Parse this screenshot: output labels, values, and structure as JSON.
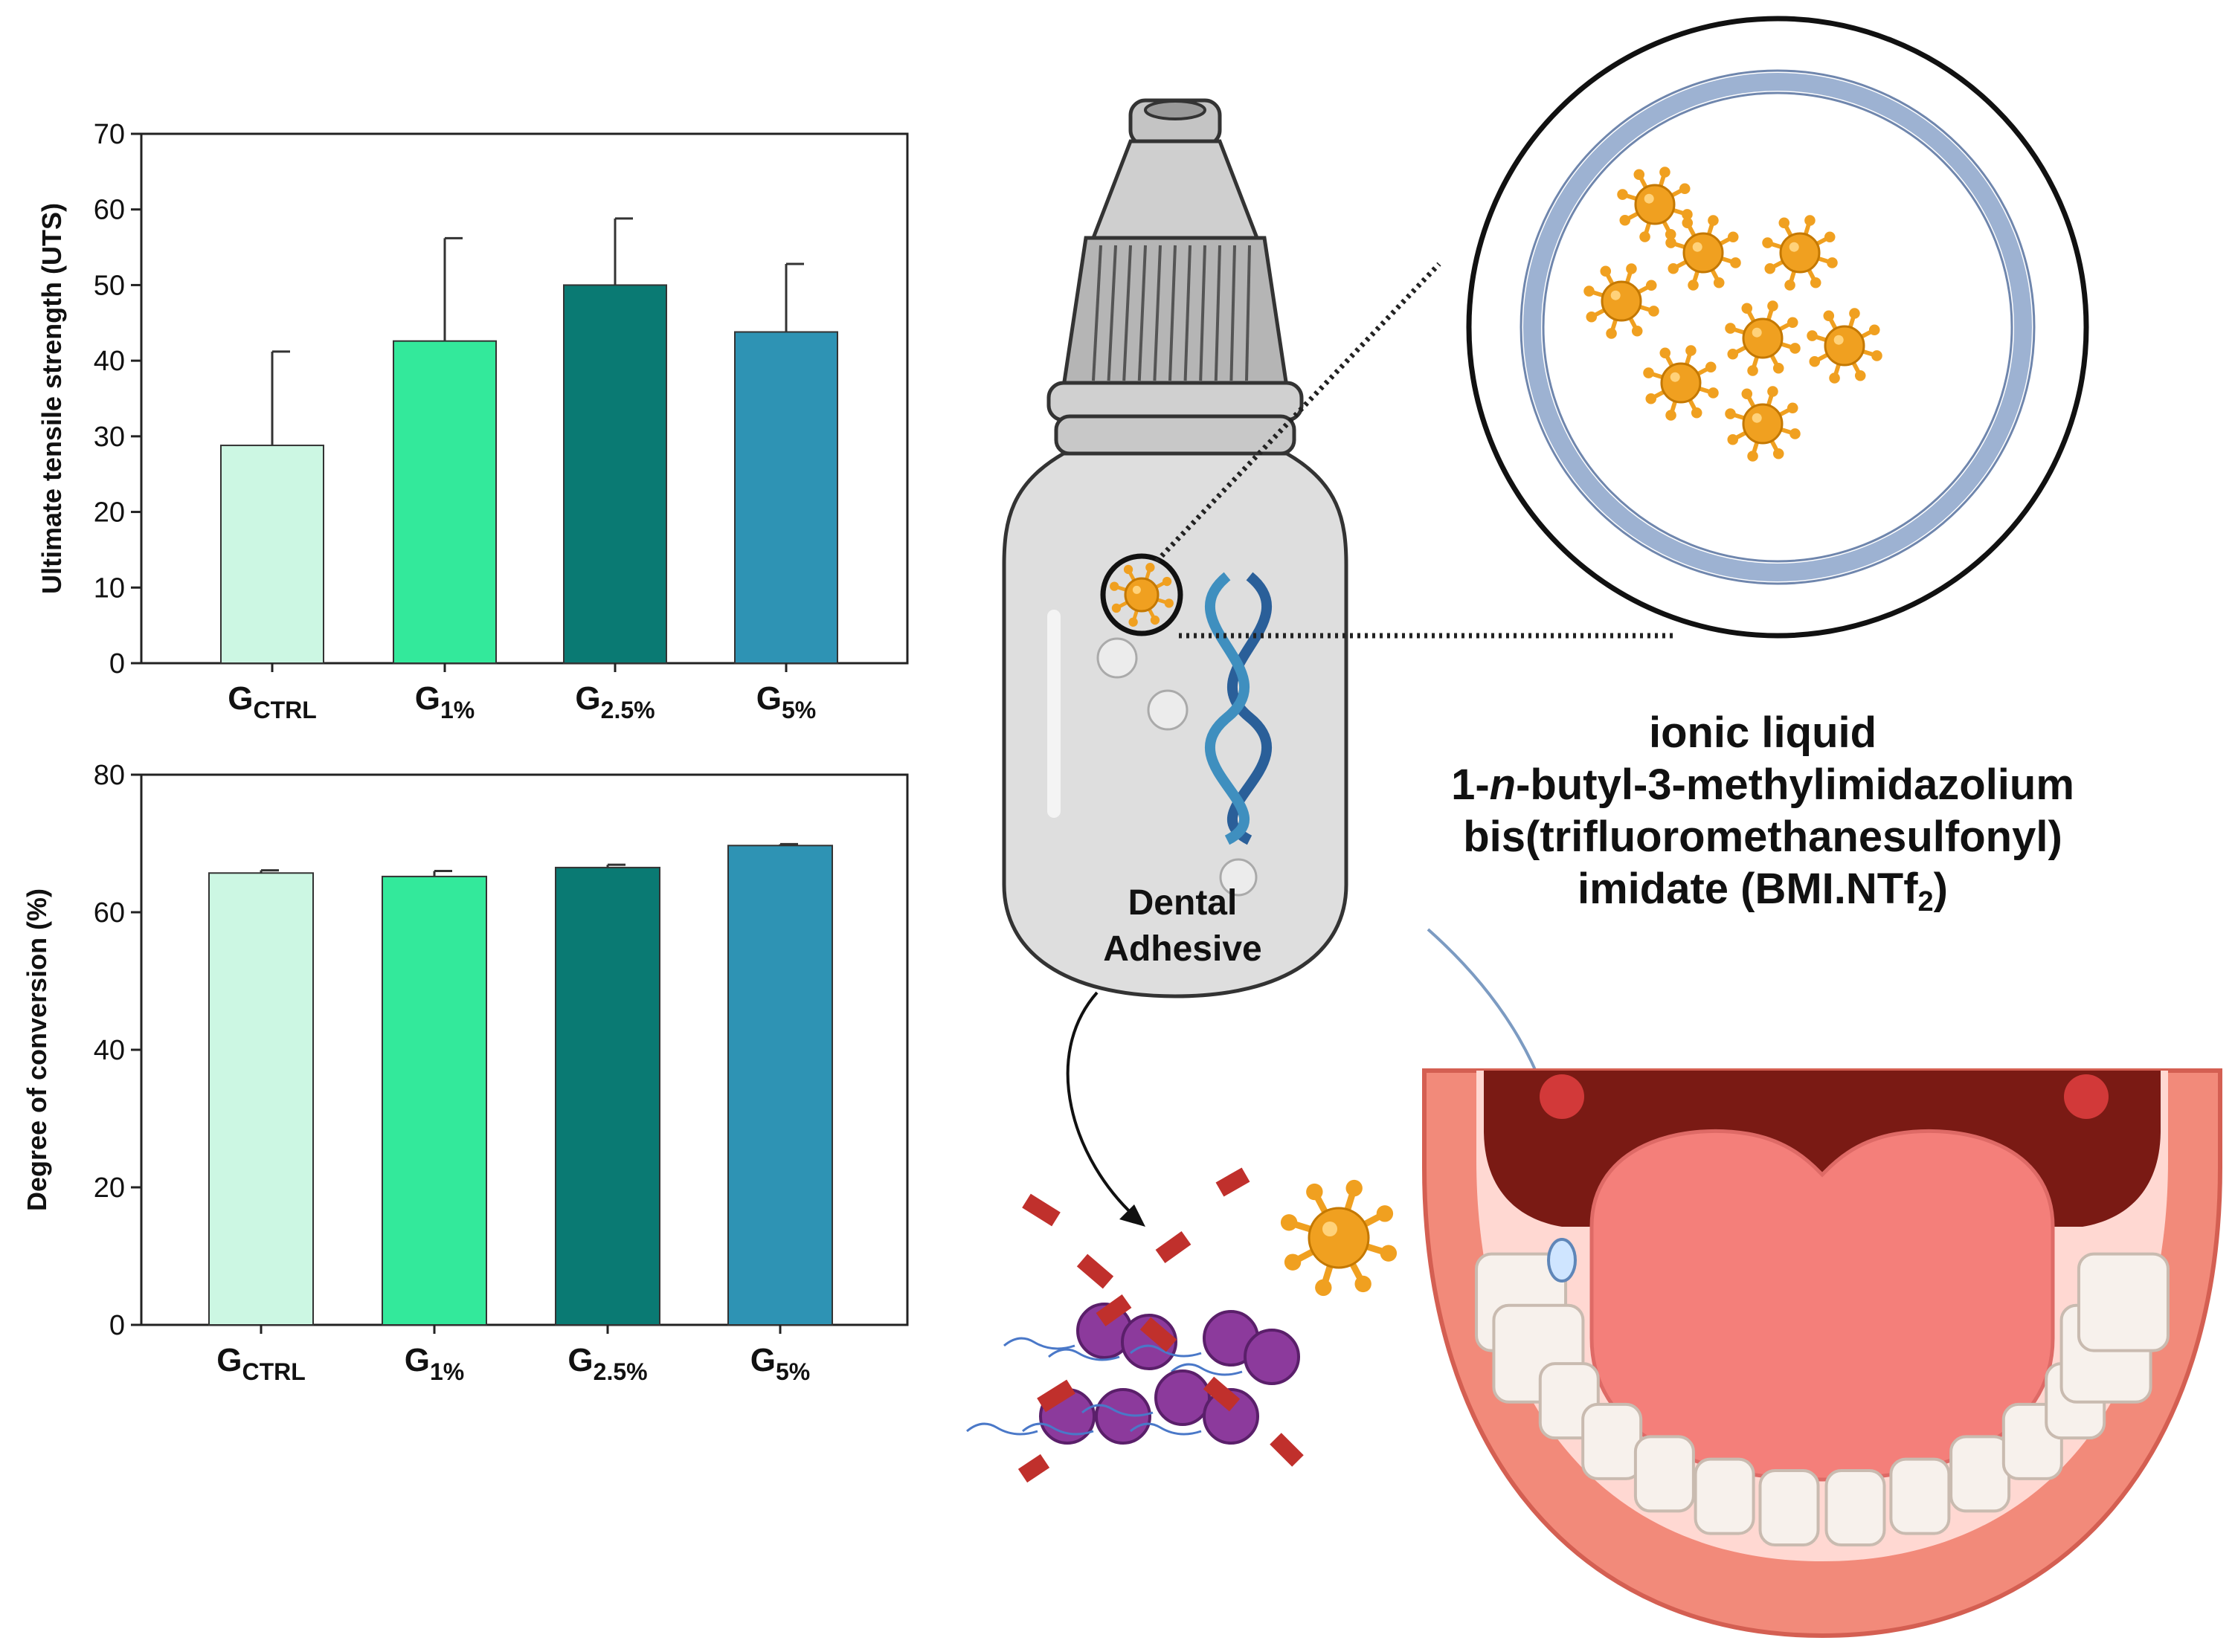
{
  "colors": {
    "ctrl": "#ccf7e3",
    "g1": "#33e99b",
    "g25": "#0a7a73",
    "g5": "#2e93b4",
    "virus": "#f0a020",
    "bacteria": "#8c3a9c",
    "stripe": "#c0302c",
    "mouth": "#f28a7a"
  },
  "chart_data": [
    {
      "type": "bar",
      "categories": [
        {
          "base": "G",
          "sub": "CTRL"
        },
        {
          "base": "G",
          "sub": "1%"
        },
        {
          "base": "G",
          "sub": "2.5%"
        },
        {
          "base": "G",
          "sub": "5%"
        }
      ],
      "values": [
        28.8,
        42.6,
        50.0,
        43.8
      ],
      "errors": [
        12.4,
        13.6,
        8.8,
        9.0
      ],
      "ylabel": "Ultimate tensile strength (UTS)",
      "ylim": [
        0,
        70
      ],
      "yticks": [
        "0",
        "10",
        "20",
        "30",
        "40",
        "50",
        "60",
        "70"
      ],
      "grid": false
    },
    {
      "type": "bar",
      "categories": [
        {
          "base": "G",
          "sub": "CTRL"
        },
        {
          "base": "G",
          "sub": "1%"
        },
        {
          "base": "G",
          "sub": "2.5%"
        },
        {
          "base": "G",
          "sub": "5%"
        }
      ],
      "values": [
        65.7,
        65.2,
        66.5,
        69.7
      ],
      "errors": [
        0.4,
        0.8,
        0.4,
        0.2
      ],
      "ylabel": "Degree of conversion (%)",
      "ylim": [
        0,
        80
      ],
      "yticks": [
        "0",
        "20",
        "40",
        "60",
        "80"
      ],
      "grid": false
    }
  ],
  "illustration": {
    "bottle_label_line1": "Dental",
    "bottle_label_line2": "Adhesive",
    "ionic_line1": "ionic liquid",
    "ionic_line2_pre": "1-",
    "ionic_line2_italic": "n",
    "ionic_line2_post": "-butyl-3-methylimidazolium",
    "ionic_line3": "bis(trifluoromethanesulfonyl)",
    "ionic_line4_pre": "imidate (BMI.NTf",
    "ionic_line4_sub": "2",
    "ionic_line4_post": ")"
  }
}
